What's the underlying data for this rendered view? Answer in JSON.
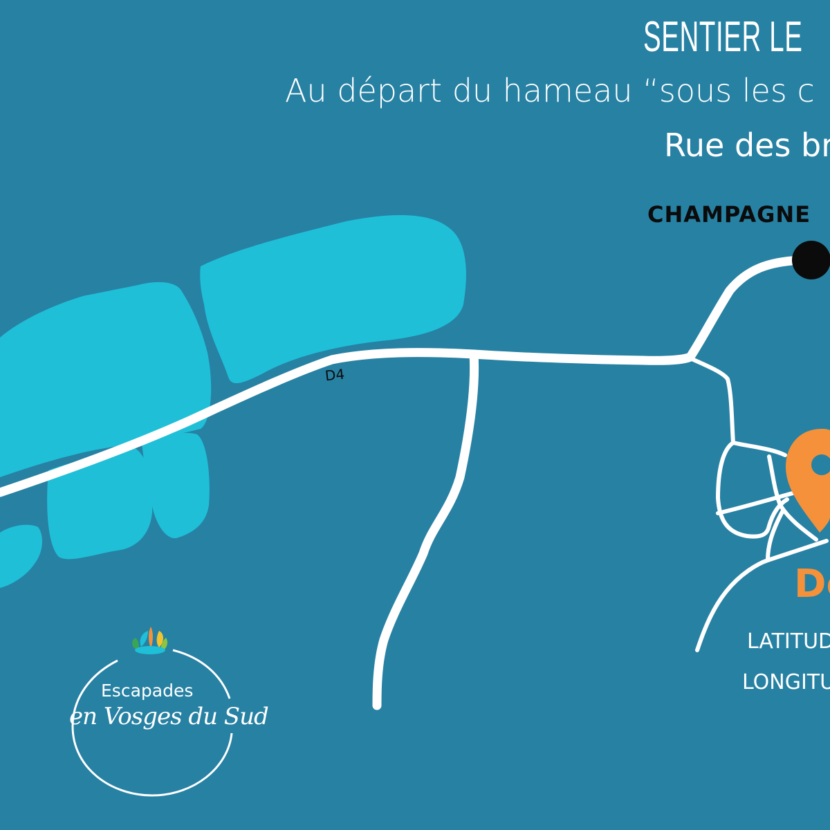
{
  "header": {
    "title": "SENTIER LE",
    "subtitle": "Au départ du hameau “sous les c",
    "subtitle2": "Rue des br"
  },
  "map": {
    "town_label": "CHAMPAGNE",
    "road_label": "D4",
    "start_label": "De",
    "latitude_label": "LATITUD",
    "longitude_label": "LONGITU",
    "water_color": "#1fbfd8",
    "background_color": "#2781a3",
    "road_color": "#ffffff",
    "pin_color": "#f4913a",
    "pin_icon": "location-pin-icon",
    "town_marker": "black-dot"
  },
  "logo": {
    "line1": "Escapades",
    "line2": "en Vosges du Sud",
    "icon": "lotus-leaves-icon"
  }
}
